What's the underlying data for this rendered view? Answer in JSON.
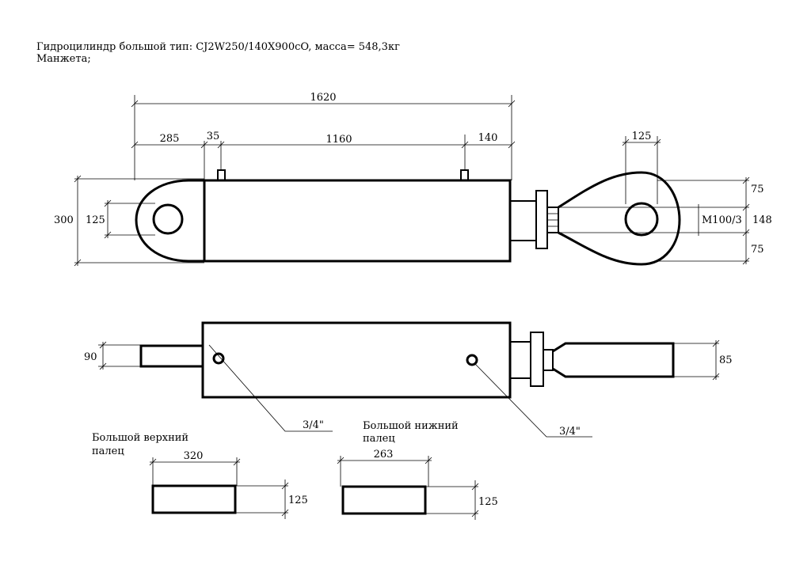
{
  "header": {
    "title": "Гидроцилиндр большой тип: CJ2W250/140X900cO, масса= 548,3кг",
    "subtitle": "Манжета;"
  },
  "top_view": {
    "dim_total": "1620",
    "dim_left_eye": "285",
    "dim_port_offset": "35",
    "dim_port_spacing": "1160",
    "dim_right": "140",
    "dim_right_eye": "125",
    "dim_height": "300",
    "dim_left_bore": "125",
    "dim_top": "75",
    "dim_thread": "M100/3",
    "dim_mid": "148",
    "dim_bottom": "75"
  },
  "side_view": {
    "dim_left_pin": "90",
    "dim_right_rod": "85",
    "port_left": "3/4\"",
    "port_right": "3/4\""
  },
  "pins": {
    "upper_label_1": "Большой верхний",
    "upper_label_2": "палец",
    "upper_length": "320",
    "upper_diameter": "125",
    "lower_label_1": "Большой нижний",
    "lower_label_2": "палец",
    "lower_length": "263",
    "lower_diameter": "125"
  }
}
